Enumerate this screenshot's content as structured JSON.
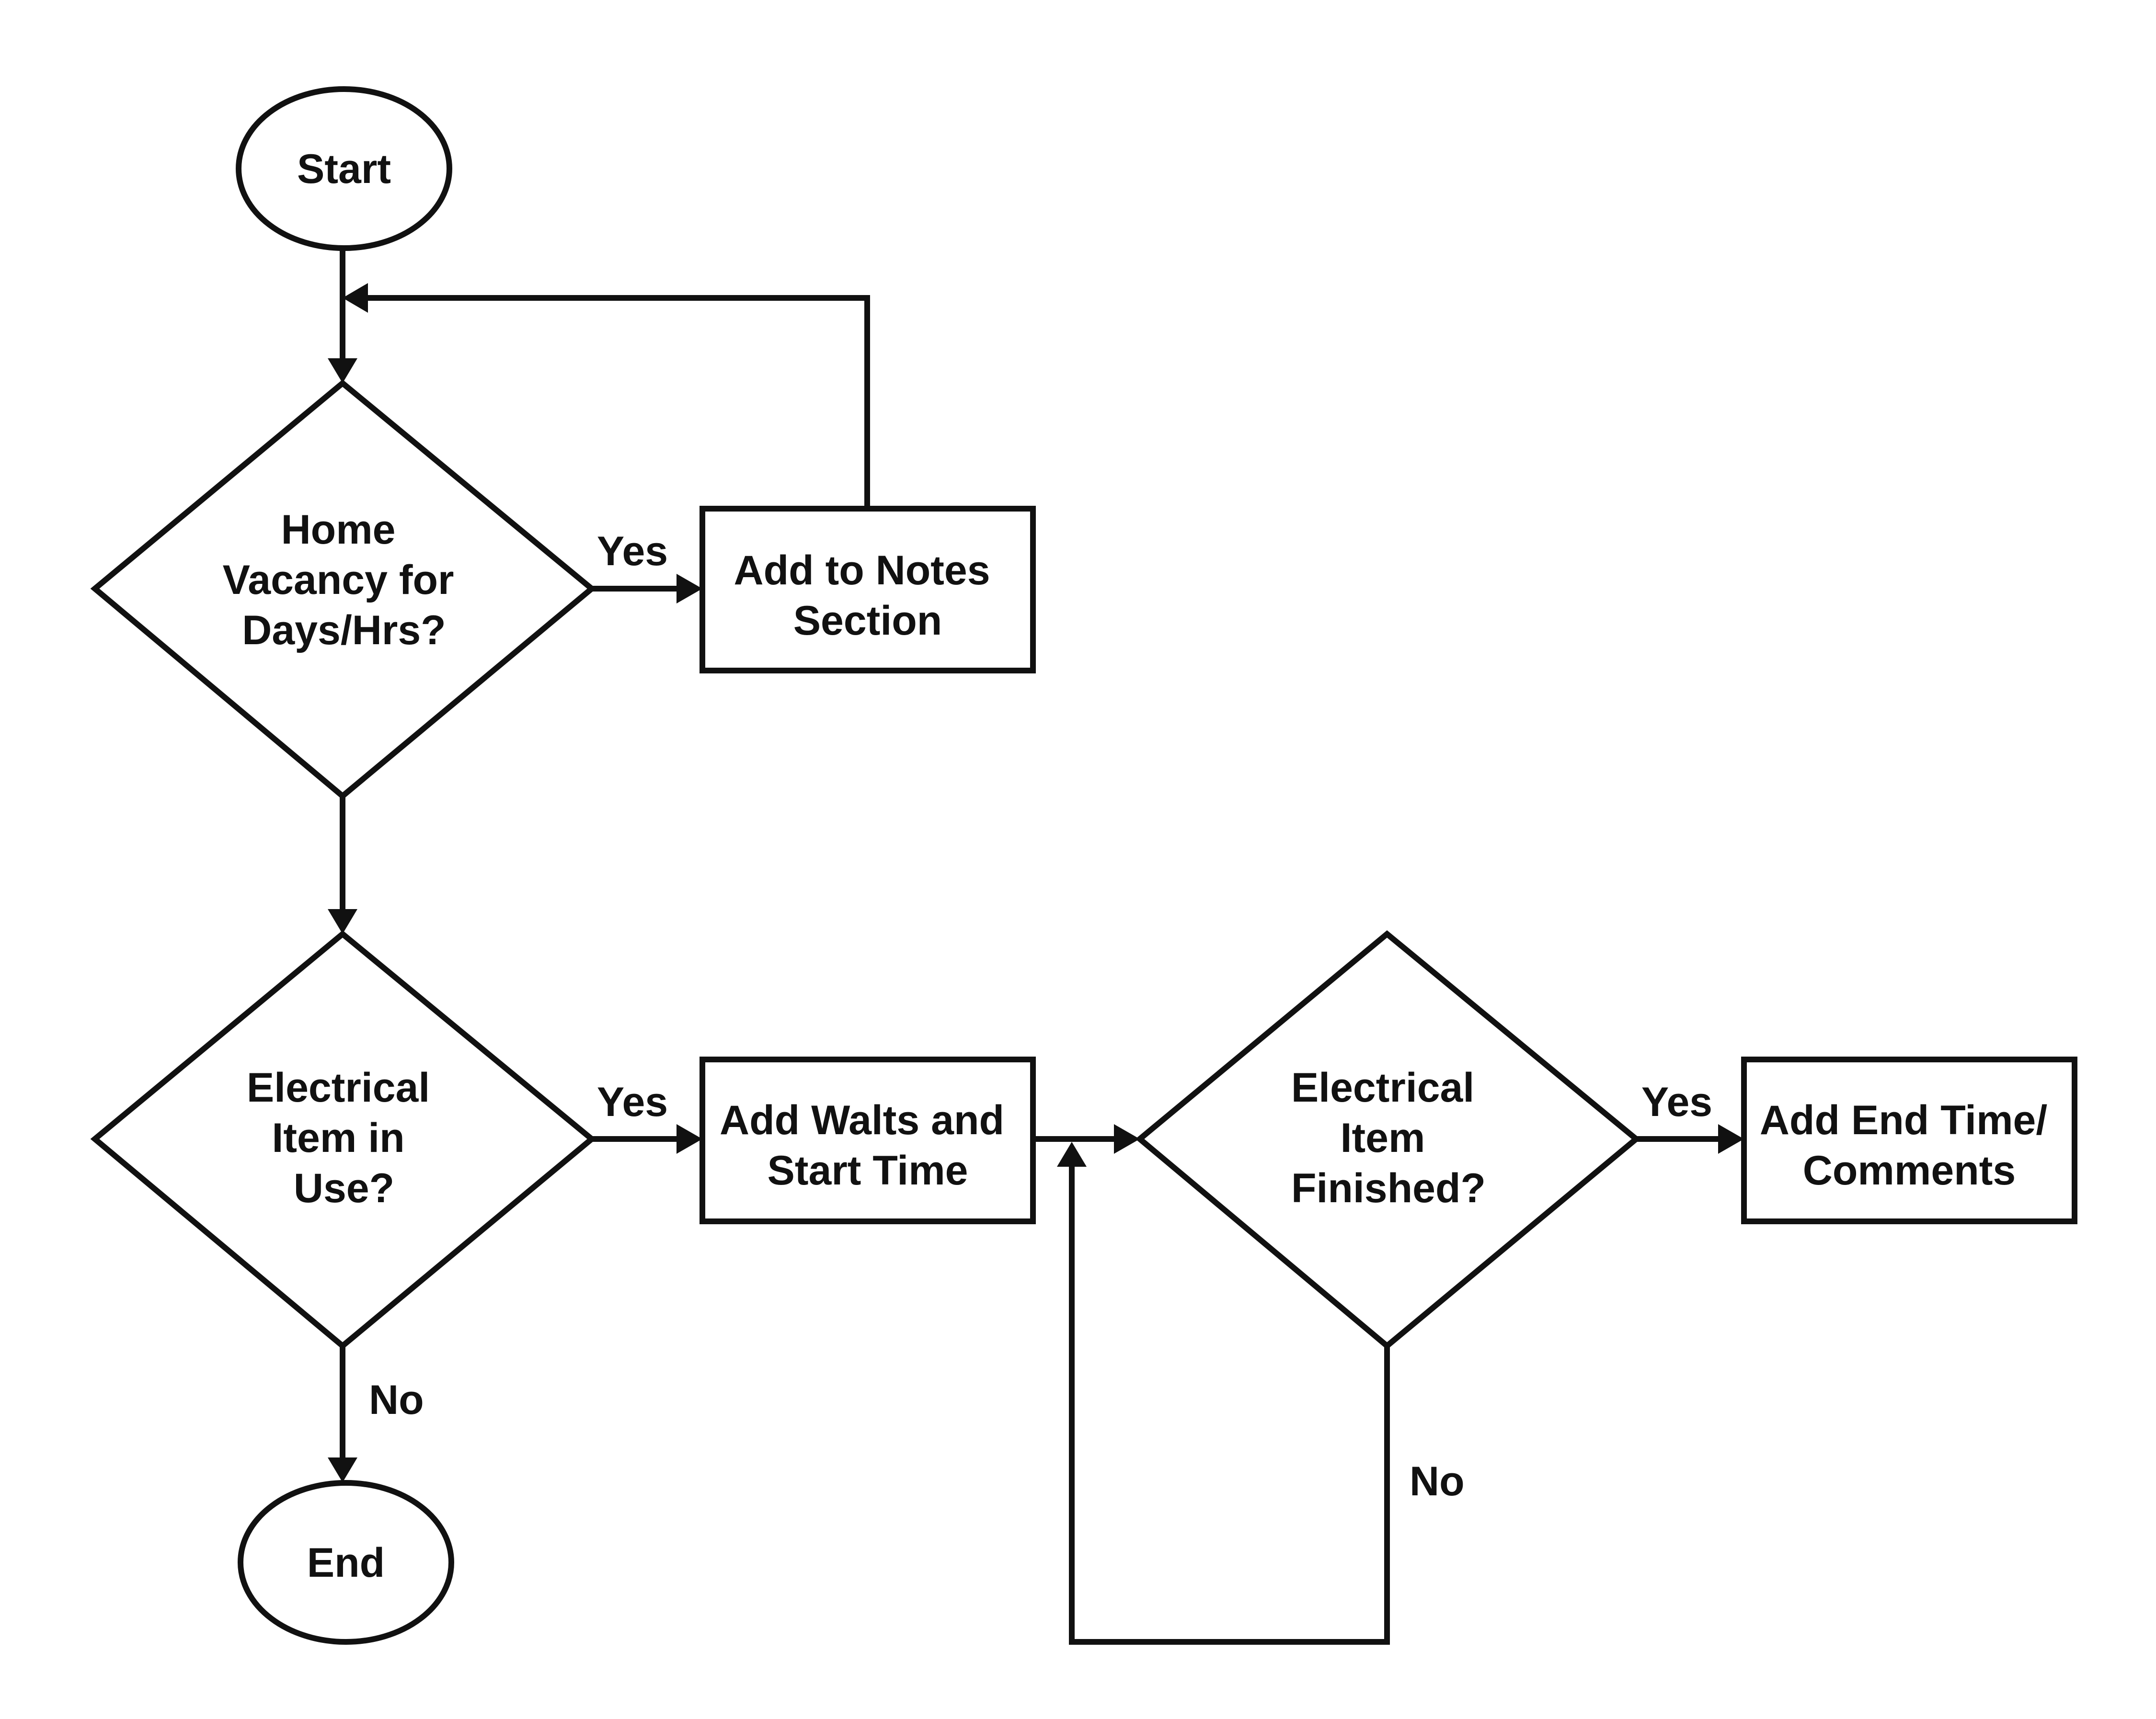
{
  "nodes": {
    "start": {
      "kind": "terminator",
      "lines": [
        "Start"
      ]
    },
    "decision_vacancy": {
      "kind": "decision",
      "lines": [
        "Home",
        "Vacancy for",
        "Days/Hrs?"
      ]
    },
    "notes": {
      "kind": "process",
      "lines": [
        "Add to Notes",
        "Section"
      ]
    },
    "decision_in_use": {
      "kind": "decision",
      "lines": [
        "Electrical",
        "Item in",
        "Use?"
      ]
    },
    "walts": {
      "kind": "process",
      "lines": [
        "Add Walts and",
        "Start Time"
      ]
    },
    "decision_finished": {
      "kind": "decision",
      "lines": [
        "Electrical",
        "Item",
        "Finished?"
      ]
    },
    "end_time": {
      "kind": "process",
      "lines": [
        "Add End Time/",
        "Comments"
      ]
    },
    "end": {
      "kind": "terminator",
      "lines": [
        "End"
      ]
    }
  },
  "edges": {
    "start_to_vacancy": {
      "from": "start",
      "to": "decision_vacancy",
      "label": ""
    },
    "vacancy_yes": {
      "from": "decision_vacancy",
      "to": "notes",
      "label": "Yes"
    },
    "notes_loop": {
      "from": "notes",
      "to": "decision_vacancy",
      "label": ""
    },
    "vacancy_to_in_use": {
      "from": "decision_vacancy",
      "to": "decision_in_use",
      "label": ""
    },
    "in_use_yes": {
      "from": "decision_in_use",
      "to": "walts",
      "label": "Yes"
    },
    "in_use_no": {
      "from": "decision_in_use",
      "to": "end",
      "label": "No"
    },
    "walts_to_finished": {
      "from": "walts",
      "to": "decision_finished",
      "label": ""
    },
    "finished_yes": {
      "from": "decision_finished",
      "to": "end_time",
      "label": "Yes"
    },
    "finished_no": {
      "from": "decision_finished",
      "to": "decision_finished",
      "label": "No"
    }
  },
  "colors": {
    "stroke": "#111111",
    "fill": "#ffffff",
    "text": "#111111"
  }
}
